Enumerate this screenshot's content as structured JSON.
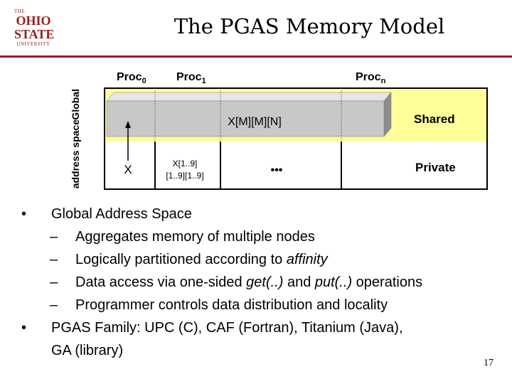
{
  "logo": {
    "line1": "THE",
    "line2": "OHIO",
    "line3": "STATE",
    "line4": "UNIVERSITY",
    "color": "#9b1b1b"
  },
  "slide": {
    "title": "The PGAS Memory Model",
    "page_number": "17"
  },
  "diagram": {
    "procs": [
      {
        "base": "Proc",
        "sub": "0"
      },
      {
        "base": "Proc",
        "sub": "1"
      },
      {
        "base": "Proc",
        "sub": "n"
      }
    ],
    "axis_label_line1": "Global",
    "axis_label_line2": "address space",
    "shared_label": "Shared",
    "private_label": "Private",
    "shared_array": "X[M][M][N]",
    "private_var": "X",
    "private_array_line1": "X[1..9]",
    "private_array_line2": "[1..9][1..9]",
    "ellipsis": "•••",
    "colors": {
      "band": "#ffff99",
      "box_front": "#c8c8c8",
      "box_top": "#e6e6e6",
      "box_side": "#8c8c8c"
    }
  },
  "bullets": [
    {
      "level": 1,
      "marker": "•",
      "segments": [
        {
          "text": "Global Address Space"
        }
      ]
    },
    {
      "level": 2,
      "marker": "–",
      "segments": [
        {
          "text": "Aggregates memory of multiple nodes"
        }
      ]
    },
    {
      "level": 2,
      "marker": "–",
      "segments": [
        {
          "text": "Logically partitioned according to "
        },
        {
          "text": "affinity",
          "italic": true
        }
      ]
    },
    {
      "level": 2,
      "marker": "–",
      "segments": [
        {
          "text": "Data access via one-sided "
        },
        {
          "text": "get(..)",
          "italic": true
        },
        {
          "text": " and "
        },
        {
          "text": "put(..)",
          "italic": true
        },
        {
          "text": " operations"
        }
      ]
    },
    {
      "level": 2,
      "marker": "–",
      "segments": [
        {
          "text": "Programmer controls data distribution and locality"
        }
      ]
    },
    {
      "level": 1,
      "marker": "•",
      "segments": [
        {
          "text": "PGAS Family: UPC (C), CAF (Fortran), Titanium (Java),"
        },
        {
          "text": "GA (library)",
          "newline": true
        }
      ]
    }
  ]
}
